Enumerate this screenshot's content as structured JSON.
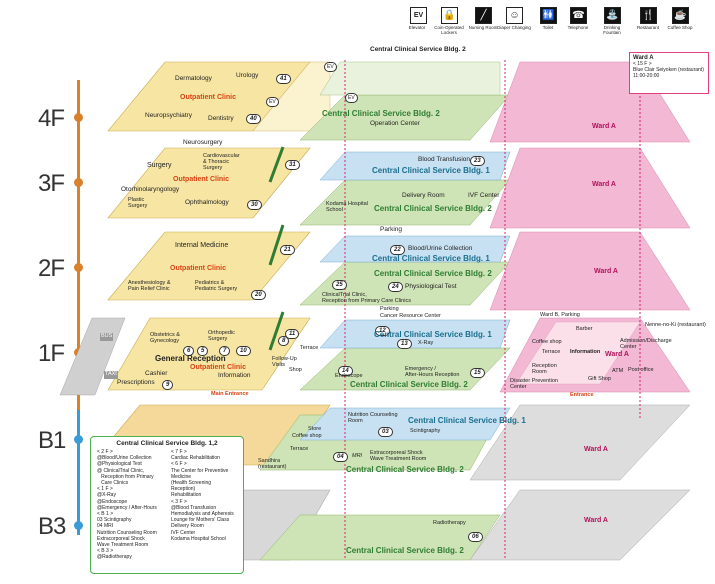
{
  "legend": [
    {
      "icon": "EV",
      "label": "Elevator"
    },
    {
      "icon": "locker",
      "label": "Coin-Operated Lockers"
    },
    {
      "icon": "nursing",
      "label": "Nursing Room"
    },
    {
      "icon": "diaper",
      "label": "Diaper Changing"
    },
    {
      "icon": "toilet",
      "label": "Toilet"
    },
    {
      "icon": "phone",
      "label": "Telephone"
    },
    {
      "icon": "fountain",
      "label": "Drinking Fountain"
    },
    {
      "icon": "restaurant",
      "label": "Restaurant"
    },
    {
      "icon": "coffee",
      "label": "Coffee Shop"
    }
  ],
  "floors": {
    "f4": "4F",
    "f3": "3F",
    "f2": "2F",
    "f1": "1F",
    "b1": "B1",
    "b3": "B3"
  },
  "ward_callout": {
    "title": "Ward A",
    "line1": "< 15 F >",
    "line2": "Blue Clair Seiyoken (restaurant)",
    "line3": "11:00-20:00"
  },
  "f4": {
    "dermatology": "Dermatology",
    "urology": "Urology",
    "outpatient": "Outpatient Clinic",
    "neuropsychiatry": "Neuropsychiatry",
    "dentistry": "Dentistry",
    "n41": "41",
    "n40": "40",
    "ccs2": "Central Clinical Service Bldg. 2",
    "operation": "Operation Center",
    "ccs2_top": "Central Clinical Service Bldg. 2",
    "ward": "Ward A"
  },
  "f3": {
    "neurosurgery": "Neurosurgery",
    "surgery": "Surgery",
    "cardio": "Cardiovascular\n& Thoracic\nSurgery",
    "outpatient": "Outpatient Clinic",
    "otorhino": "Otorhinolaryngology",
    "plastic": "Plastic\nSurgery",
    "ophthalmology": "Ophthalmology",
    "n31": "31",
    "n30": "30",
    "n23": "23",
    "blood": "Blood Transfusion",
    "ccs1": "Central Clinical Service Bldg. 1",
    "delivery": "Delivery Room",
    "ivf": "IVF Center",
    "kodama": "Kodama Hospital\nSchool",
    "ccs2": "Central Clinical Service Bldg. 2",
    "ward": "Ward A"
  },
  "f2": {
    "internal": "Internal Medicine",
    "outpatient": "Outpatient Clinic",
    "n21": "21",
    "n20": "20",
    "n22": "22",
    "n24": "24",
    "n25": "25",
    "anesthesiology": "Anesthesiology &\nPain Relief Clinic",
    "pediatrics": "Pediatrics &\nPediatric Surgery",
    "parking": "Parking",
    "blood": "Blood/Urine Collection",
    "ccs1": "Central Clinical Service Bldg. 1",
    "ccs2": "Central Clinical Service Bldg. 2",
    "physio": "Physiological Test",
    "clinical": "ClinicalTrial Clinic,\nReception from Primary Care Clinics",
    "ward": "Ward A"
  },
  "f1": {
    "obstetrics": "Obstetrics &\nGynecology",
    "orthopedic": "Orthopedic\nSurgery",
    "general": "General Reception",
    "outpatient": "Outpatient Clinic",
    "information": "Information",
    "cashier": "Cashier",
    "prescriptions": "Prescriptions",
    "main_entrance": "Main Entrance",
    "n6": "6",
    "n5": "5",
    "n7": "7",
    "n10": "10",
    "n9": "9",
    "n8": "8",
    "n11": "11",
    "n12": "12",
    "n13": "13",
    "n14": "14",
    "n15": "15",
    "followup": "Follow-Up\nVisits",
    "terrace": "Terrace",
    "shop": "Shop",
    "endoscope": "Endoscope",
    "emergency": "Emergency /\nAfter-Hours Reception",
    "parking": "Parking",
    "cancer": "Cancer Resource Center",
    "xray": "X-Ray",
    "ccs1": "Central Clinical Service Bldg. 1",
    "ccs2": "Central Clinical Service Bldg. 2",
    "ward_parking": "Ward B, Parking",
    "barber": "Barber",
    "nenoi": "Nenne-no-Ki (restaurant)",
    "coffee": "Coffee shop",
    "terrace2": "Terrace",
    "information2": "Information",
    "admission": "Admission/Discharge\nCenter",
    "reception_room": "Reception\nRoom",
    "disaster": "Disaster Prevention\nCenter",
    "ward": "Ward A",
    "post": "Post office",
    "gift": "Gift Shop",
    "atm": "ATM",
    "entrance": "Entrance",
    "bus": "BUS",
    "taxi": "TAXI"
  },
  "b1": {
    "nutrition": "Nutrition Counseling\nRoom",
    "store": "Store",
    "coffee": "Coffee shop",
    "terrace": "Terrace",
    "sandhira": "Sandhira\n(restaurant)",
    "scintigraphy": "Scintigraphy",
    "ccs1": "Central Clinical Service Bldg. 1",
    "shockwave": "Extracorporeal Shock\nWave Treatment Room",
    "ccs2": "Central Clinical Service Bldg. 2",
    "n03": "03",
    "n04": "04",
    "mri": "MRI",
    "ward": "Ward A"
  },
  "b3": {
    "radiotherapy": "Radiotherapy",
    "n06": "06",
    "ccs2": "Central Clinical Service Bldg. 2",
    "ward": "Ward A"
  },
  "info": {
    "title": "Central Clinical Service  Bldg. 1,2",
    "col1": "< 2 F >\n@Blood/Urine Collection\n@Physiological Test\n@ ClinicalTrial Clinic,\n   Reception from Primary\n   Care Clinics\n< 1 F >\n@X-Ray\n@Endoscope\n@Emergency / After-Hours\n< B 1 >\n03 Scintigraphy\n04 MRI\nNutrition Counseling Room\nExtracorporeal Shock\nWave Treatment Room\n< B 3 >\n@Radiotherapy",
    "col2": "< 7 F >\nCardiac Rehabilitation\n< 6 F >\nThe Center for Preventive\nMedicine\n(Health Screening\nReception)\nRehabilitation\n< 3 F >\n@Blood Transfusion\nHemodialysis and Apheresis\nLounge for Mothers' Class\nDelivery Room\nIVF Center\nKodama Hospital School"
  }
}
